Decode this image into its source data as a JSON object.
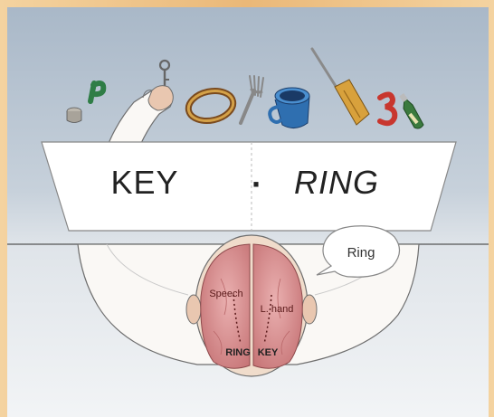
{
  "screen": {
    "word_left": "KEY",
    "separator": "·",
    "word_right": "RING",
    "speech_bubble": "Ring",
    "left_hemisphere_label": "Speech",
    "right_hemisphere_label": "L. hand",
    "left_word": "RING",
    "right_word": "KEY"
  },
  "colors": {
    "background_top": "#a9b8c8",
    "background_bottom": "#f2f4f6",
    "brain": "#d98c8e",
    "hemisphere_label": "#5a1a1a"
  },
  "objects": [
    "letter-p-icon",
    "thimble-icon",
    "key-icon",
    "ring-icon",
    "fork-icon",
    "mug-icon",
    "screwdriver-icon",
    "number-3-icon",
    "bottle-icon"
  ]
}
